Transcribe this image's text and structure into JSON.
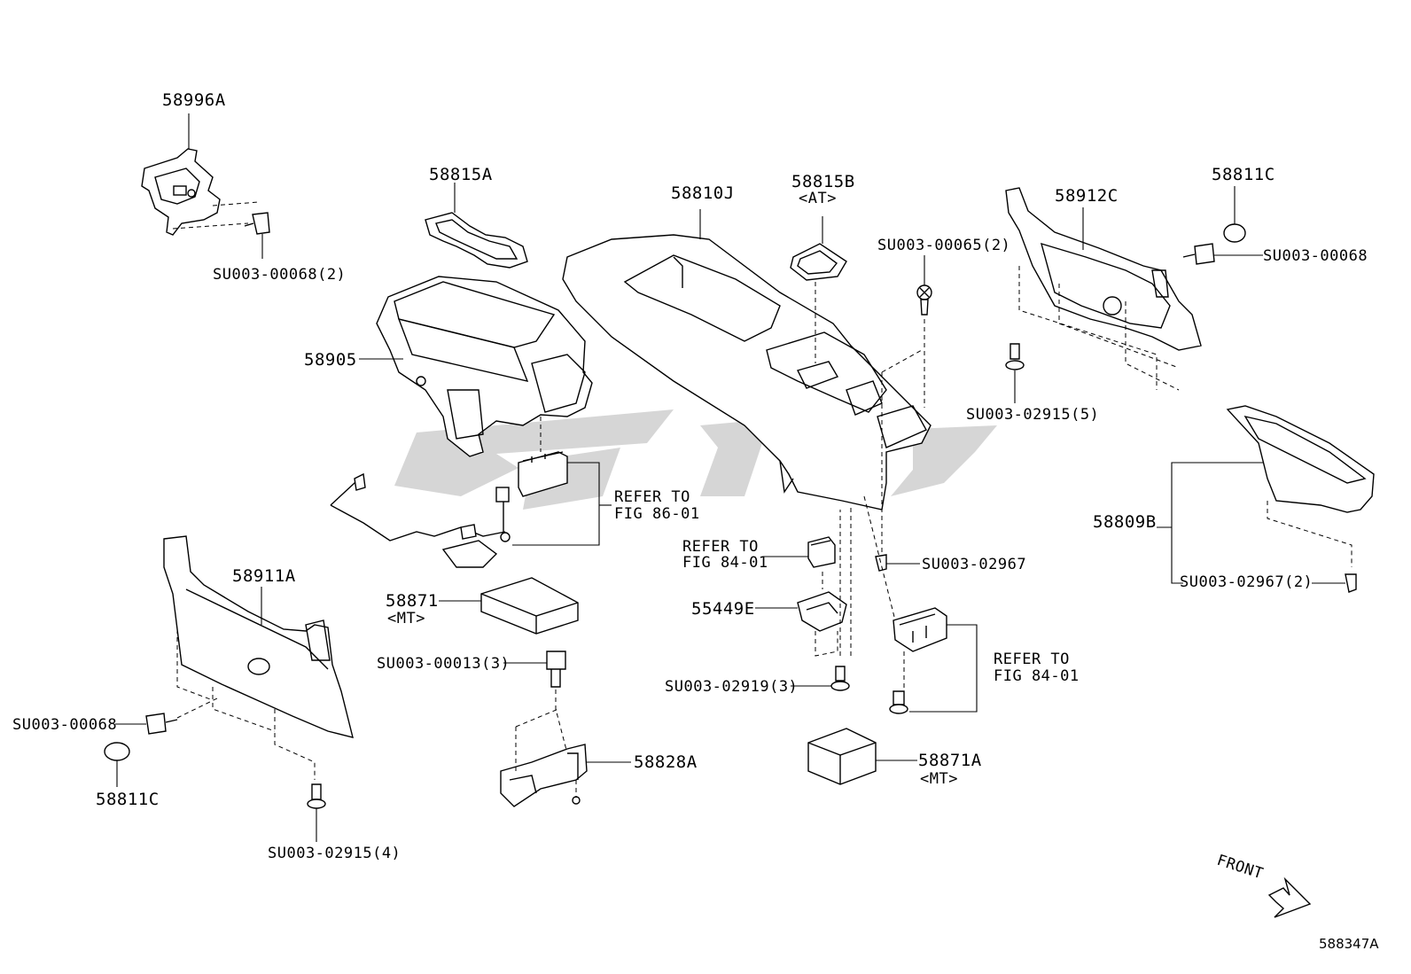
{
  "diagram": {
    "code": "588347A",
    "front_label": "FRONT",
    "labels": {
      "p58996A": "58996A",
      "p58815A": "58815A",
      "p58810J": "58810J",
      "p58815B": "58815B",
      "p58815B_sub": "<AT>",
      "p58912C": "58912C",
      "p58811C_top": "58811C",
      "p58905": "58905",
      "p58911A": "58911A",
      "p58871": "58871",
      "p58871_sub": "<MT>",
      "p55449E": "55449E",
      "p58828A": "58828A",
      "p58871A": "58871A",
      "p58871A_sub": "<MT>",
      "p58809B": "58809B",
      "p58811C_bottom": "58811C",
      "su_00068_2": "SU003-00068(2)",
      "su_00065_2": "SU003-00065(2)",
      "su_00068_right": "SU003-00068",
      "su_02915_5": "SU003-02915(5)",
      "su_02967": "SU003-02967",
      "su_02967_2": "SU003-02967(2)",
      "su_00013_3": "SU003-00013(3)",
      "su_02919_3": "SU003-02919(3)",
      "su_00068_left": "SU003-00068",
      "su_02915_4": "SU003-02915(4)",
      "refer_86_a": "REFER TO",
      "refer_86_b": "FIG 86-01",
      "refer_84_mid_a": "REFER TO",
      "refer_84_mid_b": "FIG 84-01",
      "refer_84_right_a": "REFER TO",
      "refer_84_right_b": "FIG 84-01"
    }
  }
}
